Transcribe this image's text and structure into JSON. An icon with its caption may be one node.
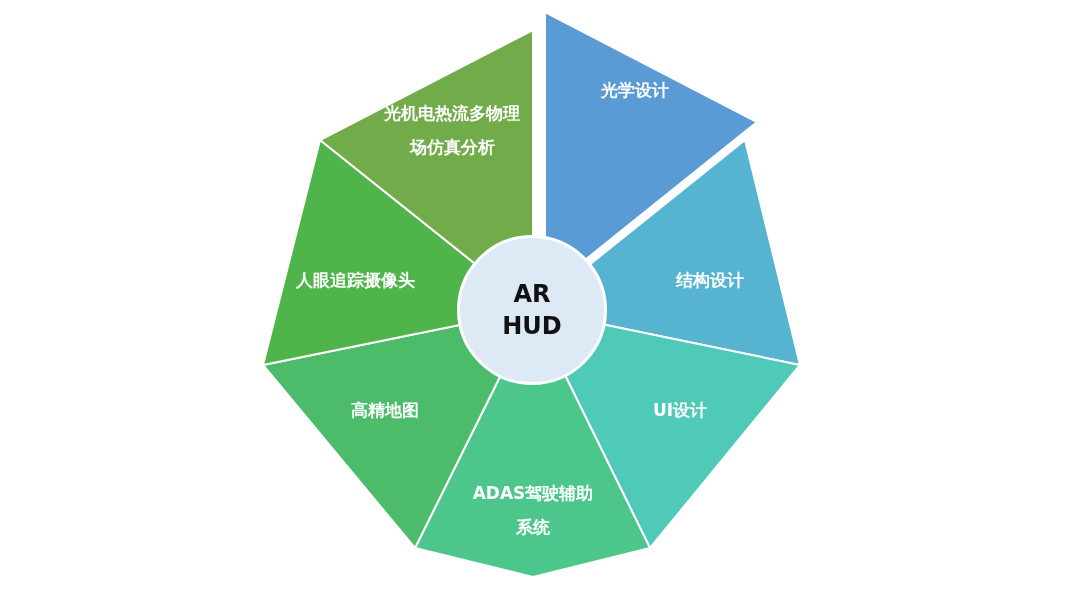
{
  "diagram": {
    "nodes": [
      {
        "text": [
          "光学设计"
        ]
      },
      {
        "text": [
          "结构设计"
        ]
      },
      {
        "text": [
          "UI设计"
        ]
      },
      {
        "text": [
          "ADAS驾驶辅助系统"
        ]
      },
      {
        "text": [
          "高精地图"
        ]
      },
      {
        "text": [
          "人眼追踪摄像头"
        ]
      },
      {
        "text": [
          "光机电热流多物理场仿真分析"
        ]
      },
      {
        "text": [
          "AR HUD"
        ]
      }
    ]
  }
}
